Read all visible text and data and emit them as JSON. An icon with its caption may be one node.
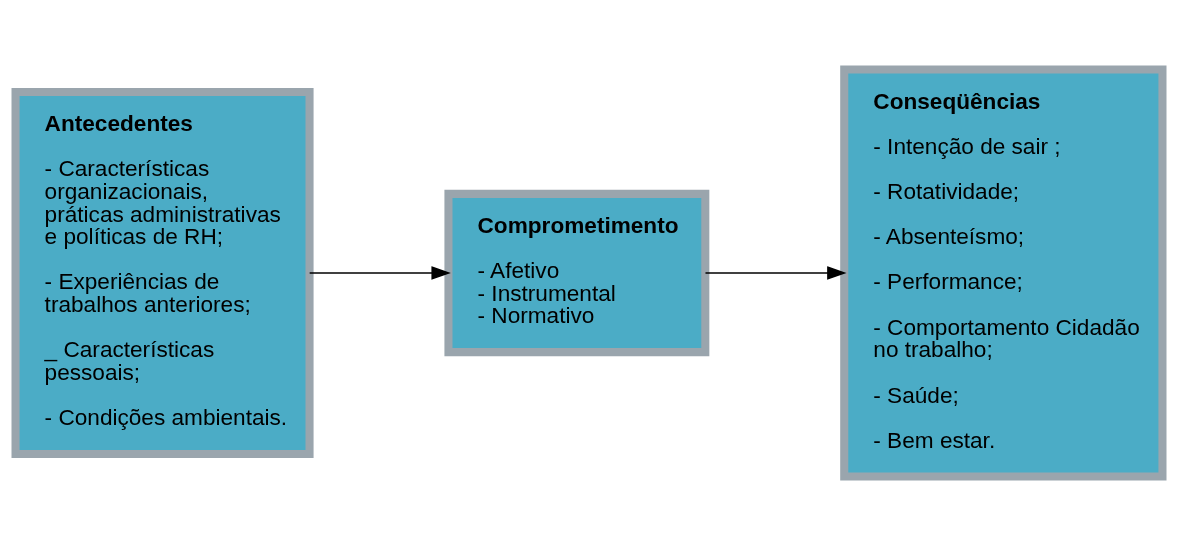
{
  "diagram": {
    "nodes": [
      {
        "text": [
          "Antecedentes",
          "- Características organizacionais, práticas administrativas e políticas de RH;",
          "- Experiências de trabalhos anteriores;",
          "_ Características pessoais;",
          "- Condições ambientais."
        ]
      },
      {
        "text": [
          "Comprometimento",
          "- Afetivo",
          "- Instrumental",
          "- Normativo"
        ]
      },
      {
        "text": [
          "Conseqüências",
          "- Intenção de sair ;",
          "- Rotatividade;",
          "- Absenteísmo;",
          "- Performance;",
          "- Comportamento Cidadão no trabalho;",
          "- Saúde;",
          "- Bem estar."
        ]
      }
    ],
    "edges": [
      {
        "from": 0,
        "to": 1,
        "arrow": "to"
      },
      {
        "from": 1,
        "to": 2,
        "arrow": "to"
      }
    ]
  }
}
